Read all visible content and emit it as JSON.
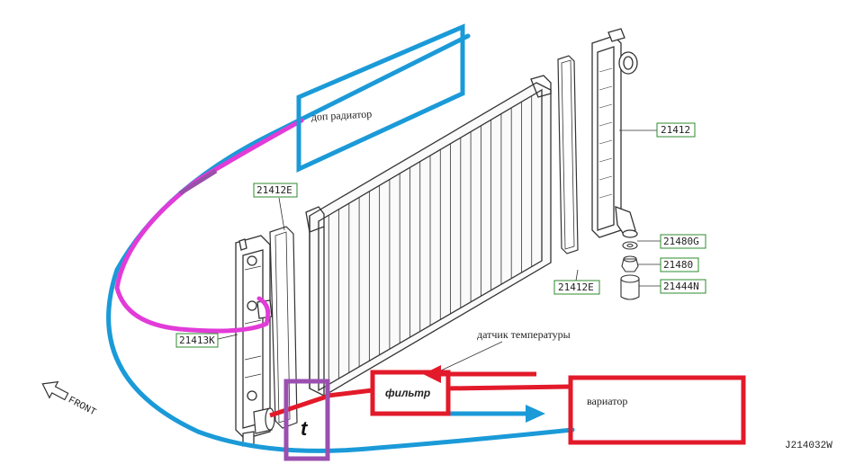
{
  "labels": {
    "extra_radiator": "доп радиатор",
    "temp_sensor": "датчик температуры",
    "filter": "фильтр",
    "variator": "вариатор",
    "t_symbol": "t",
    "front": "FRONT",
    "diagram_id": "J214032W"
  },
  "parts": {
    "p21412": "21412",
    "p21412e_top": "21412E",
    "p21412e_bottom": "21412E",
    "p21413k": "21413K",
    "p21480g": "21480G",
    "p21480": "21480",
    "p21444n": "21444N"
  },
  "colors": {
    "blue_line": "#1b9ad8",
    "magenta_line": "#e23bd8",
    "red_box": "#e21a2a",
    "purple_box": "#9b4fb0",
    "part_label_border": "#2e8b2e",
    "drawing": "#333333"
  }
}
